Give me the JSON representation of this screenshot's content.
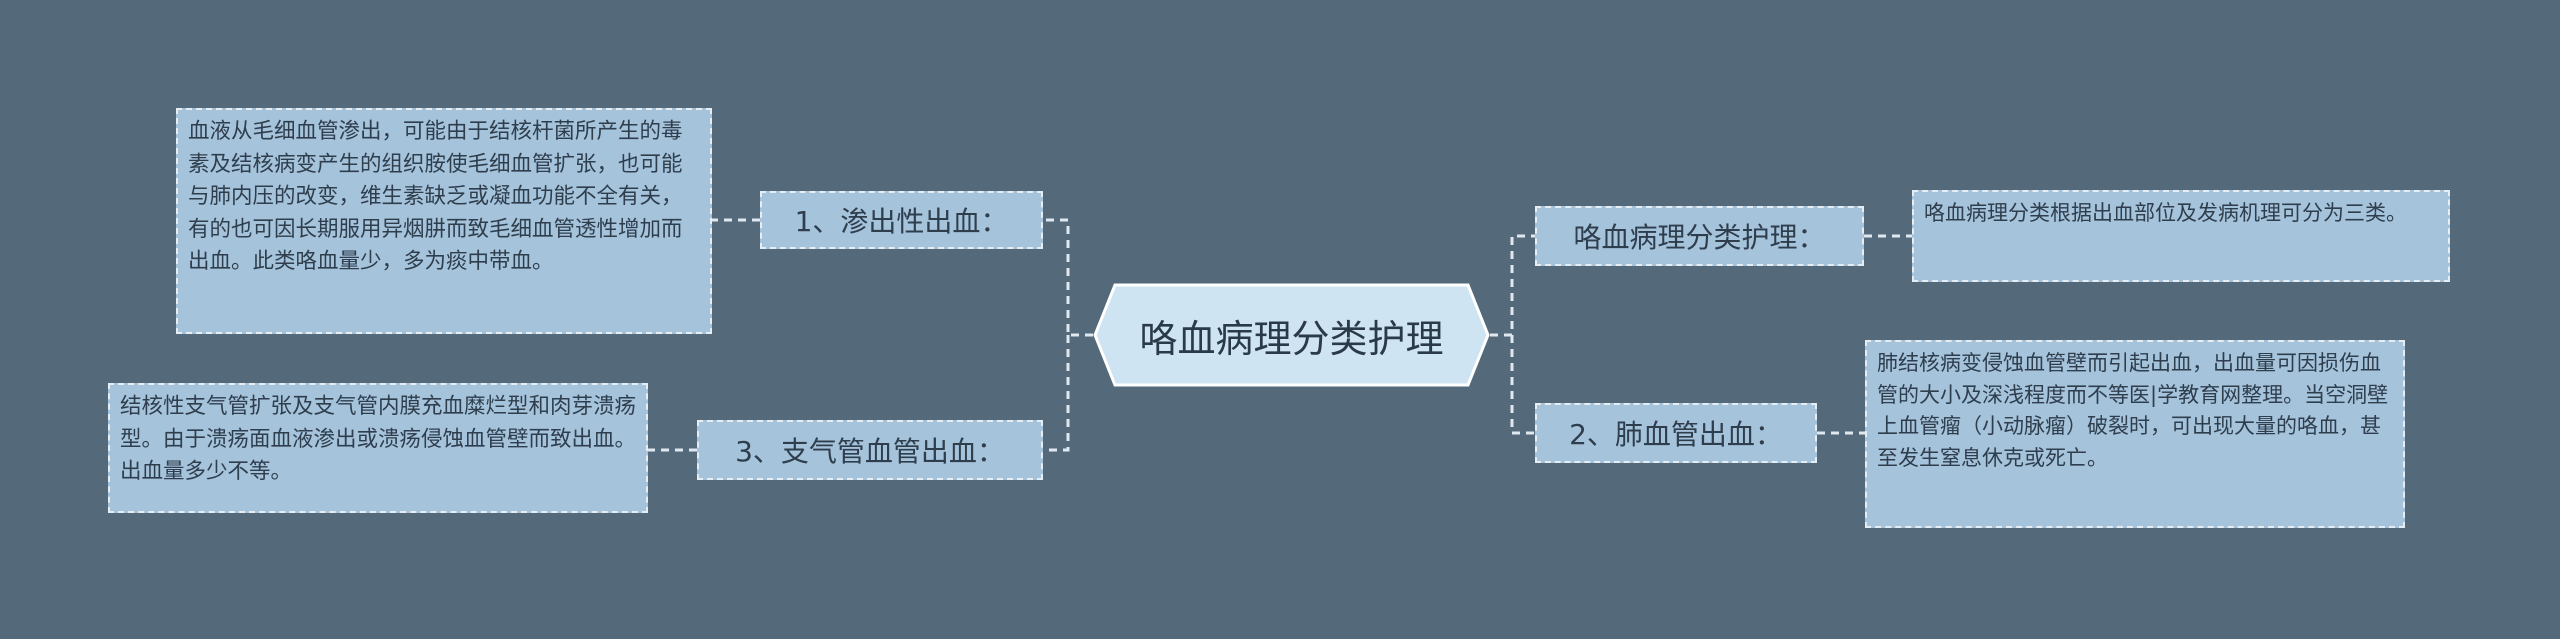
{
  "central": {
    "label": "咯血病理分类护理"
  },
  "left": [
    {
      "branch": "1、渗出性出血：",
      "detail": "血液从毛细血管渗出，可能由于结核杆菌所产生的毒素及结核病变产生的组织胺使毛细血管扩张，也可能与肺内压的改变，维生素缺乏或凝血功能不全有关，有的也可因长期服用异烟肼而致毛细血管透性增加而出血。此类咯血量少，多为痰中带血。"
    },
    {
      "branch": "3、支气管血管出血：",
      "detail": "结核性支气管扩张及支气管内膜充血糜烂型和肉芽溃疡型。由于溃疡面血液渗出或溃疡侵蚀血管壁而致出血。出血量多少不等。"
    }
  ],
  "right": [
    {
      "branch": "咯血病理分类护理：",
      "detail": "咯血病理分类根据出血部位及发病机理可分为三类。"
    },
    {
      "branch": "2、肺血管出血：",
      "detail": "肺结核病变侵蚀血管壁而引起出血，出血量可因损伤血管的大小及深浅程度而不等医|学教育网整理。当空洞壁上血管瘤（小动脉瘤）破裂时，可出现大量的咯血，甚至发生窒息休克或死亡。"
    }
  ]
}
